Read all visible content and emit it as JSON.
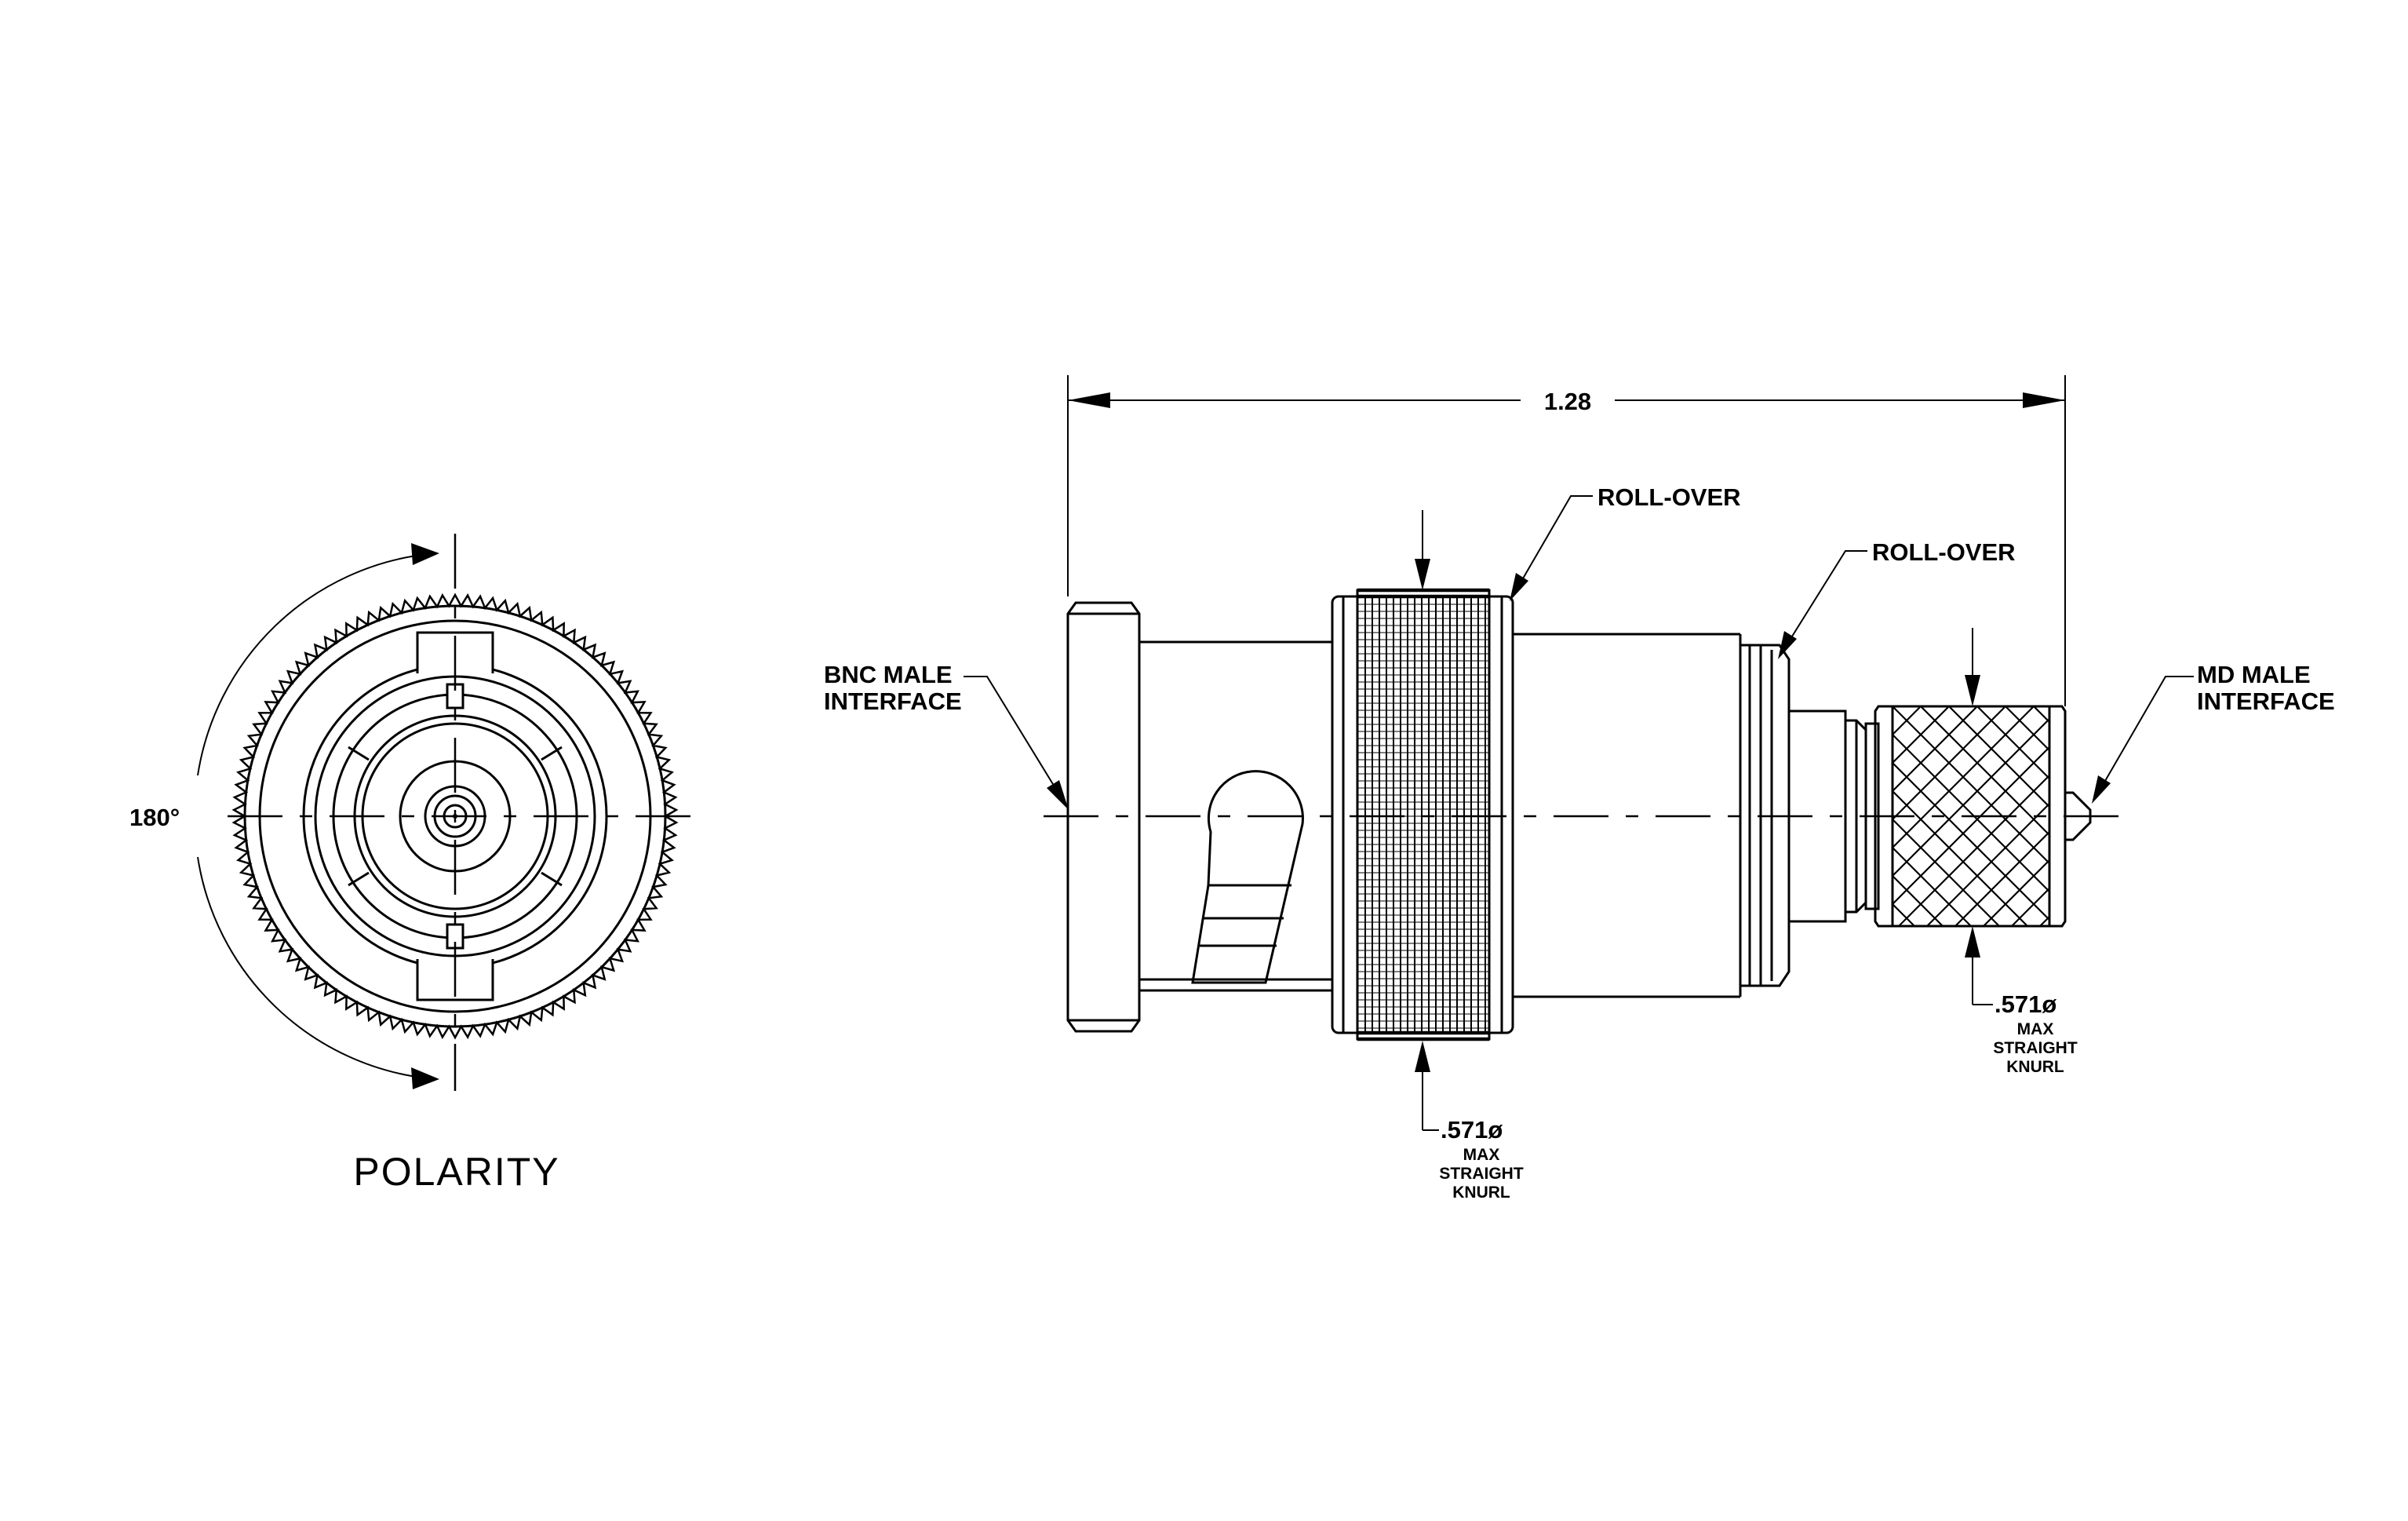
{
  "labels": {
    "polarity": "POLARITY",
    "angle": "180°",
    "overall_length": "1.28",
    "roll_over_1": "ROLL-OVER",
    "roll_over_2": "ROLL-OVER",
    "bnc_line1": "BNC MALE",
    "bnc_line2": "INTERFACE",
    "md_line1": "MD MALE",
    "md_line2": "INTERFACE",
    "knurl_left": {
      "dia": ".571ø",
      "l1": "MAX",
      "l2": "STRAIGHT",
      "l3": "KNURL"
    },
    "knurl_right": {
      "dia": ".571ø",
      "l1": "MAX",
      "l2": "STRAIGHT",
      "l3": "KNURL"
    }
  },
  "icons": [
    "arrowhead",
    "knurl-straight",
    "knurl-diamond"
  ]
}
